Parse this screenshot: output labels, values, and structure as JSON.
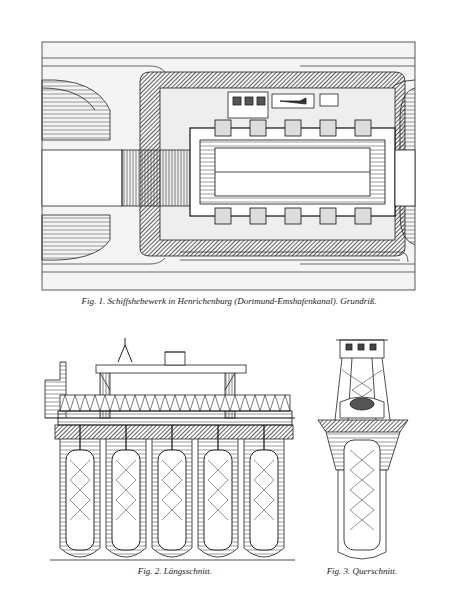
{
  "diagram": {
    "labels": [
      "Fig. 1. Schiffshebewerk in Henrichenburg (Dortmund-Emshafenkanal). Grundriß.",
      "Fig. 2. Längsschnitt.",
      "Fig. 3. Querschnitt."
    ]
  }
}
